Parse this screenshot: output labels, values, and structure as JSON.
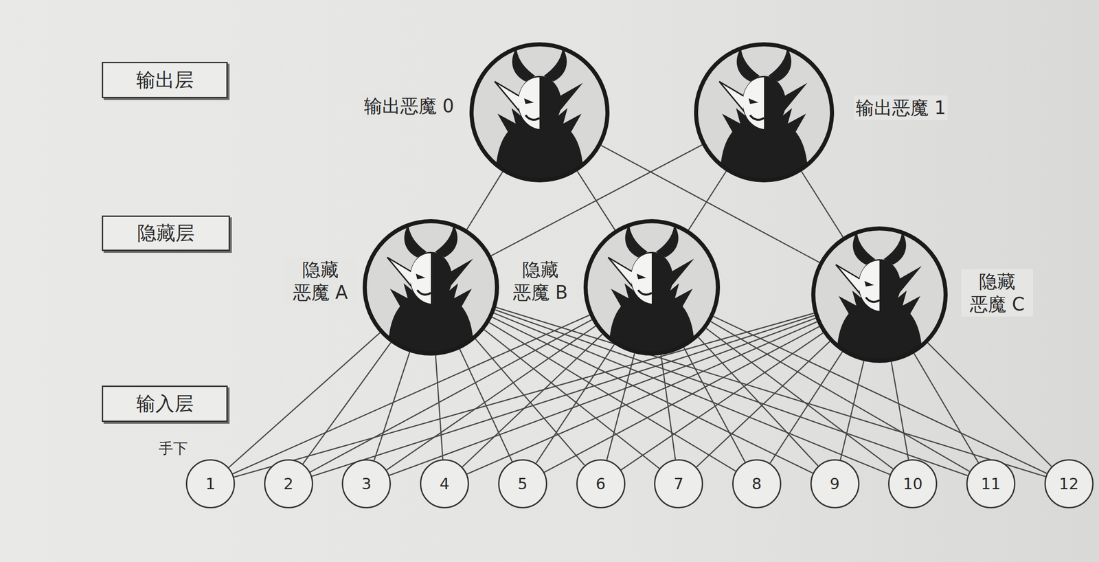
{
  "diagram": {
    "nodes": [
      {
        "text": [
          "输出层"
        ]
      },
      {
        "text": [
          "输出恶魔 0"
        ]
      },
      {
        "text": [
          "输出恶魔 1"
        ]
      },
      {
        "text": [
          "隐藏层"
        ]
      },
      {
        "text": [
          "隐藏 恶魔 A"
        ]
      },
      {
        "text": [
          "隐藏 恶魔 B"
        ]
      },
      {
        "text": [
          "隐藏 恶魔 C"
        ]
      },
      {
        "text": [
          "输入层"
        ]
      },
      {
        "text": [
          "1"
        ]
      },
      {
        "text": [
          "2"
        ]
      },
      {
        "text": [
          "3"
        ]
      },
      {
        "text": [
          "4"
        ]
      },
      {
        "text": [
          "5"
        ]
      },
      {
        "text": [
          "6"
        ]
      },
      {
        "text": [
          "7"
        ]
      },
      {
        "text": [
          "8"
        ]
      },
      {
        "text": [
          "9"
        ]
      },
      {
        "text": [
          "10"
        ]
      },
      {
        "text": [
          "11"
        ]
      },
      {
        "text": [
          "12"
        ]
      }
    ],
    "edges": [
      {
        "from": 4,
        "to": 1,
        "arrow": "none"
      },
      {
        "from": 4,
        "to": 2,
        "arrow": "none"
      },
      {
        "from": 5,
        "to": 1,
        "arrow": "none"
      },
      {
        "from": 5,
        "to": 2,
        "arrow": "none"
      },
      {
        "from": 6,
        "to": 1,
        "arrow": "none"
      },
      {
        "from": 6,
        "to": 2,
        "arrow": "none"
      },
      {
        "from": 8,
        "to": 4,
        "arrow": "none"
      },
      {
        "from": 8,
        "to": 5,
        "arrow": "none"
      },
      {
        "from": 8,
        "to": 6,
        "arrow": "none"
      },
      {
        "from": 9,
        "to": 4,
        "arrow": "none"
      },
      {
        "from": 9,
        "to": 5,
        "arrow": "none"
      },
      {
        "from": 9,
        "to": 6,
        "arrow": "none"
      },
      {
        "from": 10,
        "to": 4,
        "arrow": "none"
      },
      {
        "from": 10,
        "to": 5,
        "arrow": "none"
      },
      {
        "from": 10,
        "to": 6,
        "arrow": "none"
      },
      {
        "from": 11,
        "to": 4,
        "arrow": "none"
      },
      {
        "from": 11,
        "to": 5,
        "arrow": "none"
      },
      {
        "from": 11,
        "to": 6,
        "arrow": "none"
      },
      {
        "from": 12,
        "to": 4,
        "arrow": "none"
      },
      {
        "from": 12,
        "to": 5,
        "arrow": "none"
      },
      {
        "from": 12,
        "to": 6,
        "arrow": "none"
      },
      {
        "from": 13,
        "to": 4,
        "arrow": "none"
      },
      {
        "from": 13,
        "to": 5,
        "arrow": "none"
      },
      {
        "from": 13,
        "to": 6,
        "arrow": "none"
      },
      {
        "from": 14,
        "to": 4,
        "arrow": "none"
      },
      {
        "from": 14,
        "to": 5,
        "arrow": "none"
      },
      {
        "from": 14,
        "to": 6,
        "arrow": "none"
      },
      {
        "from": 15,
        "to": 4,
        "arrow": "none"
      },
      {
        "from": 15,
        "to": 5,
        "arrow": "none"
      },
      {
        "from": 15,
        "to": 6,
        "arrow": "none"
      },
      {
        "from": 16,
        "to": 4,
        "arrow": "none"
      },
      {
        "from": 16,
        "to": 5,
        "arrow": "none"
      },
      {
        "from": 16,
        "to": 6,
        "arrow": "none"
      },
      {
        "from": 17,
        "to": 4,
        "arrow": "none"
      },
      {
        "from": 17,
        "to": 5,
        "arrow": "none"
      },
      {
        "from": 17,
        "to": 6,
        "arrow": "none"
      },
      {
        "from": 18,
        "to": 4,
        "arrow": "none"
      },
      {
        "from": 18,
        "to": 5,
        "arrow": "none"
      },
      {
        "from": 18,
        "to": 6,
        "arrow": "none"
      },
      {
        "from": 19,
        "to": 4,
        "arrow": "none"
      },
      {
        "from": 19,
        "to": 5,
        "arrow": "none"
      },
      {
        "from": 19,
        "to": 6,
        "arrow": "none"
      }
    ],
    "labels": [
      "手下"
    ]
  }
}
